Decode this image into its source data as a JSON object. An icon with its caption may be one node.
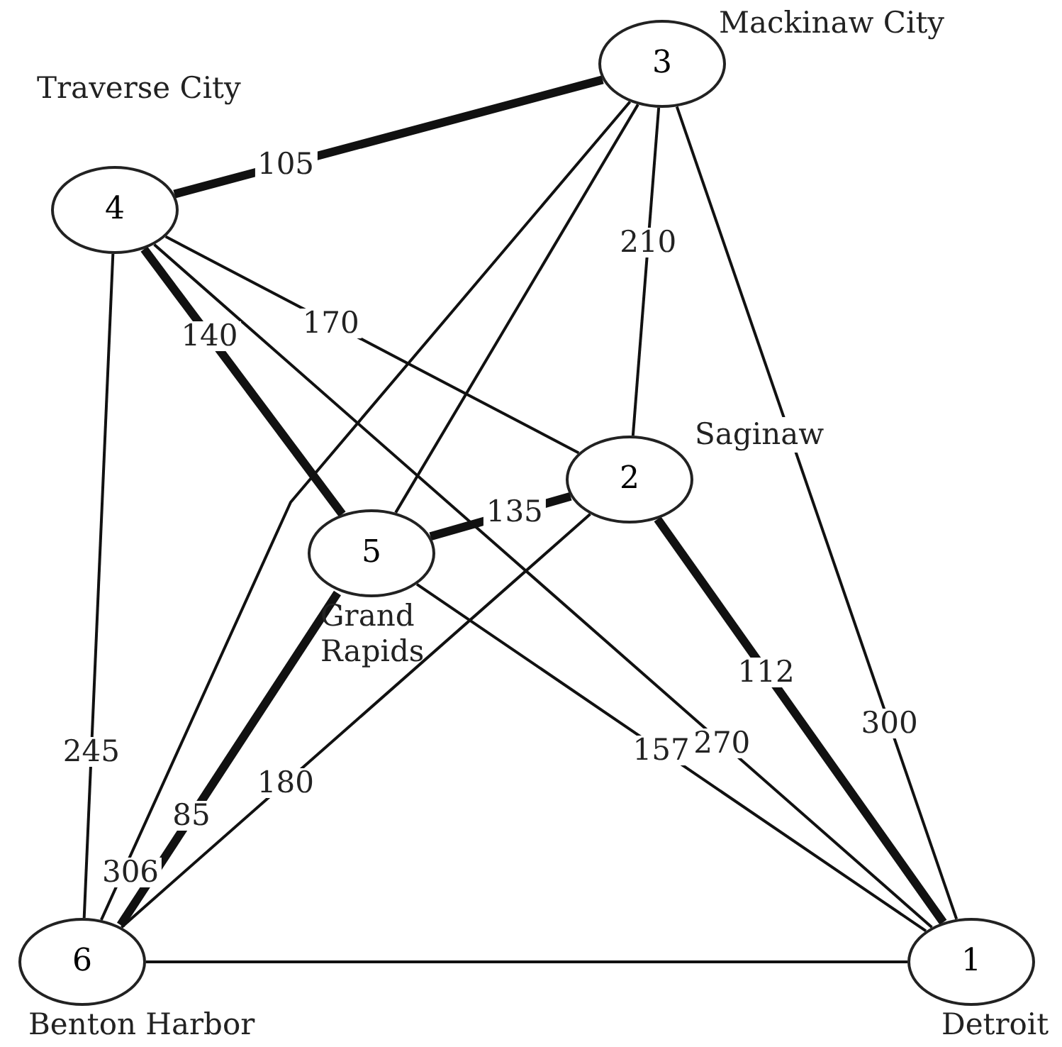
{
  "diagram": {
    "nodes": [
      {
        "text": [
          "3"
        ],
        "beside": [
          "Mackinaw City"
        ]
      },
      {
        "text": [
          "4"
        ],
        "beside": [
          "Traverse City"
        ]
      },
      {
        "text": [
          "2"
        ],
        "beside": [
          "Saginaw"
        ]
      },
      {
        "text": [
          "5"
        ],
        "beside": [
          "Grand Rapids"
        ]
      },
      {
        "text": [
          "6"
        ],
        "beside": [
          "Benton Harbor"
        ]
      },
      {
        "text": [
          "1"
        ],
        "beside": [
          "Detroit"
        ]
      }
    ],
    "edges": [
      {
        "from": 0,
        "to": 1,
        "arrow": "none",
        "label": "105",
        "style": "thick"
      },
      {
        "from": 1,
        "to": 2,
        "arrow": "none",
        "label": "170"
      },
      {
        "from": 0,
        "to": 2,
        "arrow": "none",
        "label": "210"
      },
      {
        "from": 1,
        "to": 3,
        "arrow": "none",
        "label": "140",
        "style": "thick"
      },
      {
        "from": 3,
        "to": 2,
        "arrow": "none",
        "label": "135",
        "style": "thick"
      },
      {
        "from": 2,
        "to": 5,
        "arrow": "none",
        "label": "112",
        "style": "thick"
      },
      {
        "from": 0,
        "to": 5,
        "arrow": "none",
        "label": "300"
      },
      {
        "from": 0,
        "to": 3,
        "arrow": "none"
      },
      {
        "from": 3,
        "to": 5,
        "arrow": "none",
        "label": "157"
      },
      {
        "from": 1,
        "to": 5,
        "arrow": "none",
        "label": "270"
      },
      {
        "from": 1,
        "to": 4,
        "arrow": "none",
        "label": "245"
      },
      {
        "from": 0,
        "to": 4,
        "arrow": "none",
        "label": "306"
      },
      {
        "from": 3,
        "to": 4,
        "arrow": "none",
        "label": "85",
        "style": "thick"
      },
      {
        "from": 2,
        "to": 4,
        "arrow": "none",
        "label": "180"
      },
      {
        "from": 4,
        "to": 5,
        "arrow": "none"
      }
    ]
  }
}
